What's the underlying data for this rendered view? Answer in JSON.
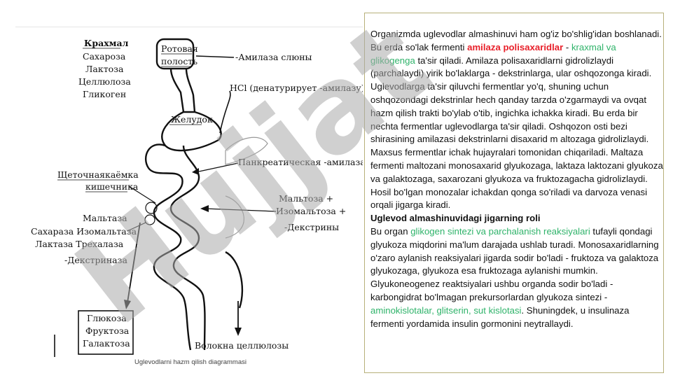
{
  "diagram": {
    "left_list": [
      "Крахмал",
      "Сахароза",
      "Лактоза",
      "Целлюлоза",
      "Гликоген"
    ],
    "mouth_label": "Ротовая полость",
    "mouth_line1": "Ротовая",
    "mouth_line2": "полость",
    "amylase_saliva": "-Амилаза слюны",
    "hcl": "HCl  (денатурирует   -амилазу)",
    "stomach": "Желудок",
    "pancreatic": "Панкреатическая   -амилаза",
    "brush_line1": "Щеточнаякаёмка",
    "brush_line2": "кишечника",
    "products": [
      "Мальтоза     +",
      "Изомальтоза +",
      "-Декстрины"
    ],
    "enzymes_col1": [
      "Мальтаза",
      "Сахараза Изомальтаза",
      "Лактаза    Трехалаза",
      "-Декстриназа"
    ],
    "monosaccharides": [
      "Глюкоза",
      "Фруктоза",
      "Галактоза"
    ],
    "fiber": "Волокна целлюлозы"
  },
  "caption": "Uglevodlarni hazm qilish diagrammasi",
  "watermark": "Hujjat",
  "text": {
    "p1_a": "Organizmda uglevodlar almashinuvi ham og'iz bo'shlig'idan boshlanadi. Bu erda so'lak fermenti ",
    "p1_red": "amilaza polisaxaridlar",
    "p1_b": " - ",
    "p1_green": "kraxmal va glikogenga",
    "p1_c": " ta'sir qiladi. Amilaza polisaxaridlarni gidrolizlaydi (parchalaydi) yirik bo'laklarga - dekstrinlarga, ular oshqozonga kiradi. Uglevodlarga ta'sir qiluvchi fermentlar yo'q, shuning uchun oshqozondagi dekstrinlar hech qanday tarzda o'zgarmaydi va ovqat hazm qilish trakti bo'ylab o'tib, ingichka ichakka kiradi. Bu erda bir nechta fermentlar uglevodlarga ta'sir qiladi. Oshqozon osti bezi shirasining amilazasi dekstrinlarni disaxarid m altozaga gidrolizlaydi.",
    "p2": "Maxsus fermentlar ichak hujayralari tomonidan chiqariladi. Maltaza fermenti maltozani monosaxarid glyukozaga, laktaza laktozani glyukoza va galaktozaga, saxarozani glyukoza va fruktozagacha gidrolizlaydi. Hosil bo'lgan monozalar ichakdan qonga so'riladi va darvoza venasi orqali jigarga kiradi.",
    "heading": "Uglevod almashinuvidagi jigarning roli",
    "p3_a": "Bu organ ",
    "p3_green": "glikogen sintezi va parchalanish reaksiyalari",
    "p3_b": " tufayli qondagi glyukoza miqdorini ma'lum darajada ushlab turadi. Monosaxaridlarning o'zaro aylanish reaksiyalari jigarda sodir bo'ladi - fruktoza va galaktoza glyukozagа, glyukoza esa fruktozaga aylanishi mumkin.",
    "p4_a": "Glyukoneogenez reaktsiyalari ushbu organda sodir bo'ladi - karbongidrat bo'lmagan prekursorlardan glyukoza sintezi - ",
    "p4_green": "aminokislotalar, glitserin, sut kislotasi",
    "p4_b": ". Shuningdek, u insulinaza fermenti yordamida insulin gormonini neytrallaydi."
  },
  "colors": {
    "red": "#e8202a",
    "green": "#2fb36a",
    "border": "#b7b07a",
    "watermark": "#a9a9a9",
    "watermark_purple": "#b9a6e6"
  }
}
